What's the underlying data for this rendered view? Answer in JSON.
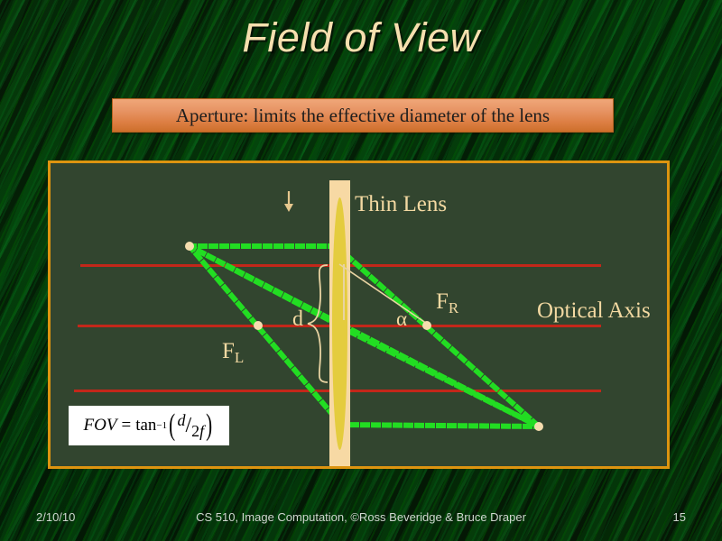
{
  "slide": {
    "title": "Field of View",
    "banner_text": "Aperture: limits the effective diameter of the lens",
    "background_color": "#083209",
    "title_color": "#f6dfae",
    "banner_color": "#dd7f44"
  },
  "diagram": {
    "border_color": "#dd9410",
    "fill_color": "#32452f",
    "lens_label": "Thin Lens",
    "optical_axis_label": "Optical Axis",
    "diameter_label": "d",
    "angle_label": "α",
    "focal_left_label": "F",
    "focal_left_sub": "L",
    "focal_right_label": "F",
    "focal_right_sub": "R",
    "ray_color": "#22dd22",
    "axis_line_color": "#c3271a",
    "lens_body_color": "#f7d9a4",
    "lens_core_color": "#e4cc3e",
    "point_color": "#f5dcae",
    "aperture_arrow_color": "#e6c78e"
  },
  "formula": {
    "lhs": "FOV",
    "equals": "=",
    "func": "tan",
    "exponent": "−1",
    "numerator": "d",
    "denominator_coef": "2",
    "denominator_var": "f",
    "paren_open": "(",
    "paren_close": ")",
    "slash": "/"
  },
  "footer": {
    "date": "2/10/10",
    "center": "CS 510, Image Computation, ©Ross Beveridge & Bruce Draper",
    "page": "15"
  }
}
